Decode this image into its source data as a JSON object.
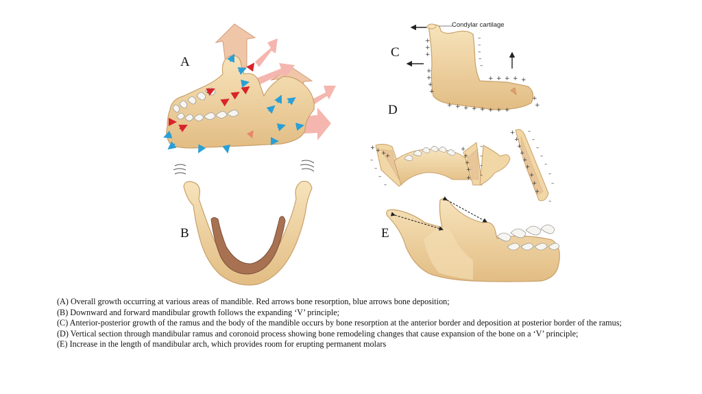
{
  "panels": {
    "a": "A",
    "b": "B",
    "c": "C",
    "d": "D",
    "e": "E"
  },
  "annotations": {
    "condylar_cartilage": "Condylar cartilage"
  },
  "caption": [
    "(A)    Overall growth occurring at various areas of mandible. Red arrows bone resorption, blue arrows bone deposition;",
    "(B) Downward and forward mandibular growth follows the expanding ‘V’ principle;",
    "(C) Anterior-posterior growth of the ramus and the body of the mandible occurs by bone resorption at the anterior border and deposition at posterior border of the ramus;",
    "(D) Vertical section through mandibular ramus and coronoid process showing bone remodeling changes that cause expansion of the bone on a ‘V’ principle;",
    "(E) Increase in the length of mandibular arch, which provides room for erupting permanent molars"
  ],
  "colors": {
    "bone": "#f1d7a5",
    "bone_edge": "#c9a06a",
    "growth_arrow": "#f4b6ae",
    "resorption": "#d8232a",
    "deposition": "#2a9fd6",
    "marrow": "#e8c69a"
  }
}
